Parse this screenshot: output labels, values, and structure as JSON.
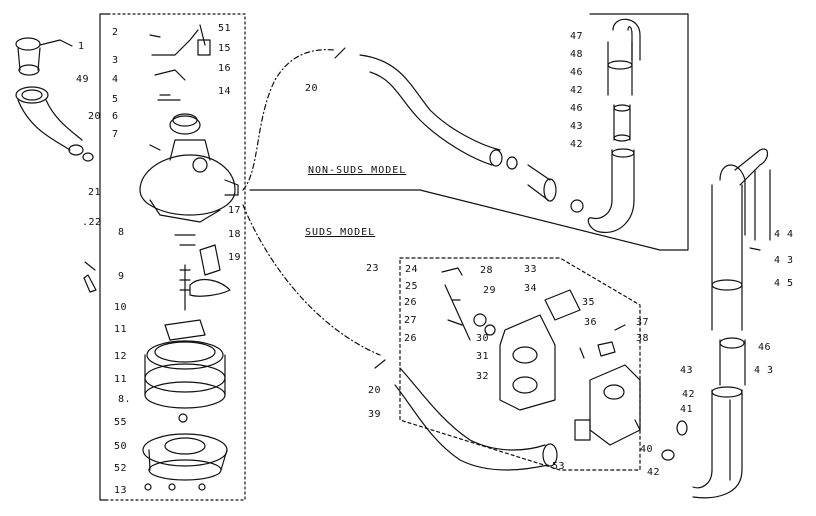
{
  "titles": {
    "non_suds": "NON-SUDS MODEL",
    "suds": "SUDS MODEL"
  },
  "labels": {
    "l1": "1",
    "l2": "2",
    "l3": "3",
    "l4": "4",
    "l5": "5",
    "l6": "6",
    "l7": "7",
    "l8a": "8",
    "l8b": "8.",
    "l9": "9",
    "l10": "10",
    "l11a": "11",
    "l11b": "11",
    "l12": "12",
    "l13": "13",
    "l14": "14",
    "l15": "15",
    "l16": "16",
    "l17": "17",
    "l18": "18",
    "l19": "19",
    "l20a": "20",
    "l20b": "20",
    "l20c": "20",
    "l21": "21",
    "l22": ".22",
    "l23": "23",
    "l24": "24",
    "l25": "25",
    "l26a": "26",
    "l26b": "26",
    "l27": "27",
    "l28": "28",
    "l29": "29",
    "l30": "30",
    "l31": "31",
    "l32": "32",
    "l33": "33",
    "l34": "34",
    "l35": "35",
    "l36": "36",
    "l37": "37",
    "l38": "38",
    "l39": "39",
    "l40": "40",
    "l41": "41",
    "l42a": "42",
    "l42b": "42",
    "l42c": "42",
    "l42d": "42",
    "l43a": "43",
    "l43b": "43",
    "l43c": "4 3",
    "l43d": "4 3",
    "l44": "4 4",
    "l45": "4 5",
    "l46a": "46",
    "l46b": "46",
    "l46c": "46",
    "l47": "47",
    "l48": "48",
    "l49": "49",
    "l50": "50",
    "l51": "51",
    "l52": "52",
    "l53": "53",
    "l55": "55"
  }
}
